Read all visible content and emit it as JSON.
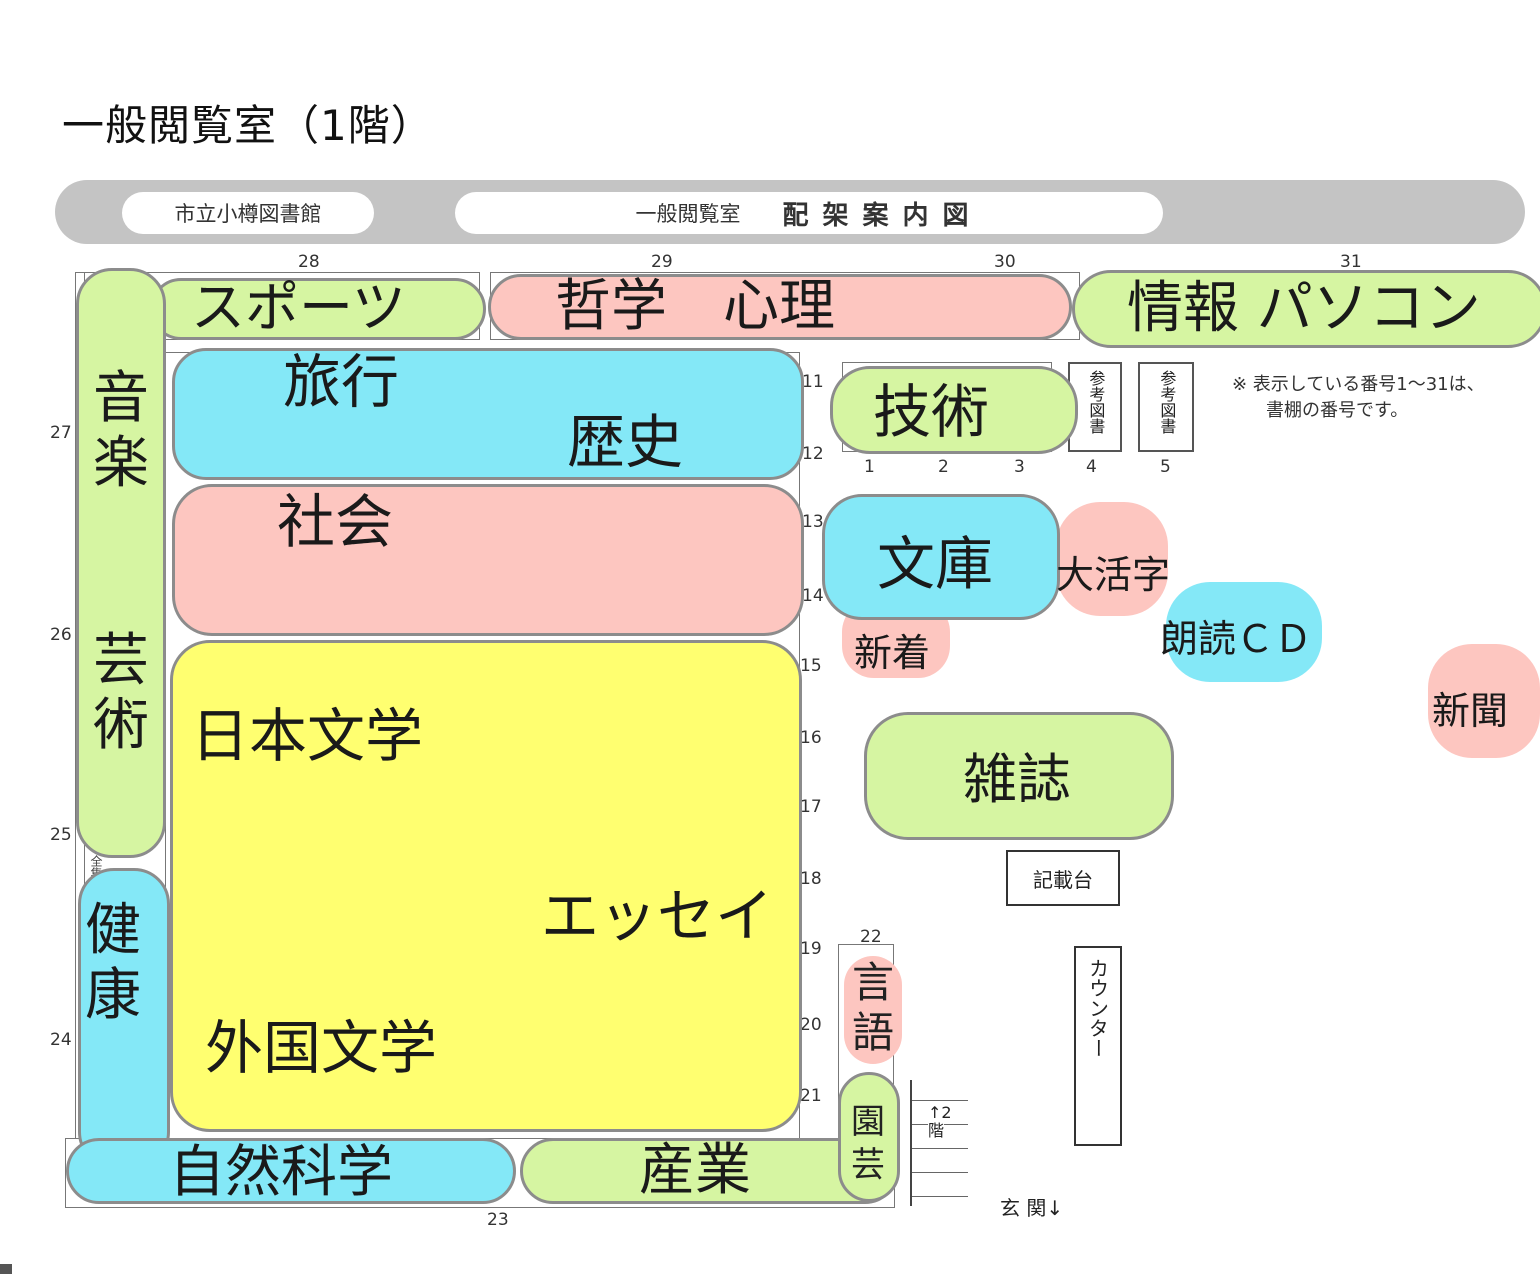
{
  "title": "一般閲覧室（1階）",
  "banner": {
    "library_name": "市立小樽図書館",
    "room_name": "一般閲覧室",
    "map_title": "配架案内図"
  },
  "shelf_numbers": [
    "28",
    "29",
    "30",
    "31",
    "27",
    "26",
    "25",
    "24",
    "23",
    "11",
    "12",
    "13",
    "14",
    "15",
    "16",
    "17",
    "18",
    "19",
    "20",
    "21",
    "22",
    "1",
    "2",
    "3",
    "4",
    "5"
  ],
  "zones": {
    "sports": "スポーツ",
    "philosophy": "哲学　心理",
    "information": "情報 パソコン",
    "music": "音楽",
    "arts": "芸術",
    "travel": "旅行",
    "history": "歴史",
    "society": "社会",
    "japanese_literature": "日本文学",
    "essay": "エッセイ",
    "foreign_literature": "外国文学",
    "health": "健康",
    "natural_science": "自然科学",
    "industry": "産業",
    "language": "言語",
    "gardening": "園芸",
    "technology": "技術",
    "bunko": "文庫",
    "large_print": "大活字",
    "audio_cd": "朗読ＣＤ",
    "new_arrivals": "新着",
    "newspapers": "新聞",
    "magazines": "雑誌"
  },
  "fixtures": {
    "reference_1": "参考図書",
    "reference_2": "参考図書",
    "writing_desk": "記載台",
    "counter": "カウンター",
    "stairs": "↑2階",
    "entrance": "玄 関↓",
    "complete_works": "全集"
  },
  "note": {
    "line1": "※ 表示している番号1～31は、",
    "line2": "書棚の番号です。"
  },
  "colors": {
    "green": "#d6f5a2",
    "blue": "#84e8f7",
    "pink": "#fdc6c0",
    "yellow": "#ffff70",
    "border": "#8c8c8c",
    "banner": "#c4c4c4"
  }
}
